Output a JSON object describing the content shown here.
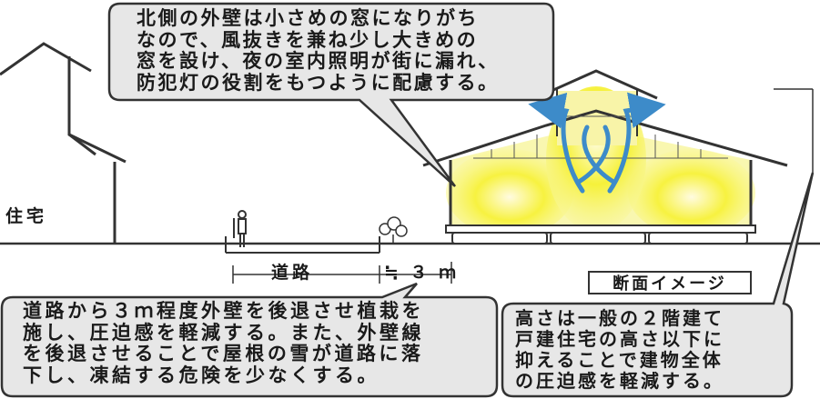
{
  "callouts": {
    "top": "北側の外壁は小さめの窓になりがち\nなので、風抜きを兼ね少し大きめの\n窓を設け、夜の室内照明が街に漏れ、\n防犯灯の役割をもつように配慮する。",
    "bottom_left": "道路から３ｍ程度外壁を後退させ植栽を\n施し、圧迫感を軽減する。また、外壁線\nを後退させることで屋根の雪が道路に落\n下し、凍結する危険を少なくする。",
    "bottom_right": "高さは一般の２階建て\n戸建住宅の高さ以下に\n抑えることで建物全体\nの圧迫感を軽減する。"
  },
  "labels": {
    "house": "住宅",
    "road": "道路",
    "setback": "≒ ３ ｍ",
    "section_image": "断面イメージ"
  },
  "colors": {
    "line": "#333333",
    "callout_fill": "#e7e7e7",
    "light_glow": "#f5f21a",
    "arrow_blue": "#3d8bc9"
  }
}
